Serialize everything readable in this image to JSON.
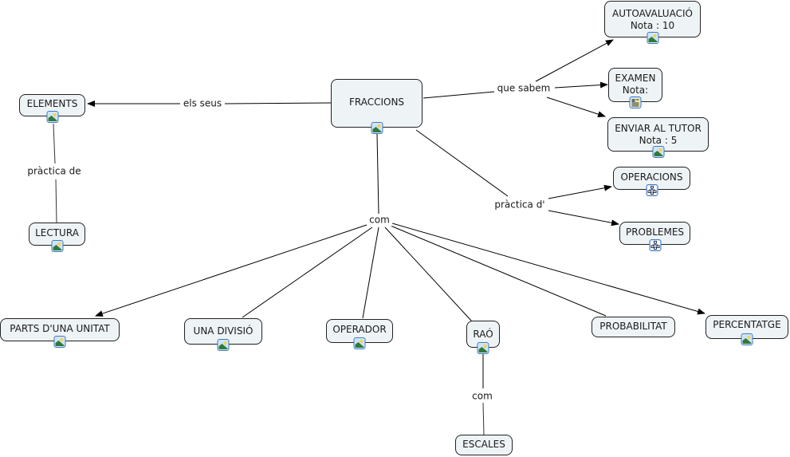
{
  "map": {
    "nodes": {
      "fraccions": {
        "label": "FRACCIONS",
        "resource": "image-icon"
      },
      "elements": {
        "label": "ELEMENTS",
        "resource": "image-icon"
      },
      "lectura": {
        "label": "LECTURA",
        "resource": "image-icon"
      },
      "autoavaluacio": {
        "label": "AUTOAVALUACIÓ",
        "sub": "Nota : 10",
        "resource": "image-icon"
      },
      "examen": {
        "label": "EXAMEN",
        "sub": "Nota:",
        "resource": "document-icon"
      },
      "enviar": {
        "label": "ENVIAR AL TUTOR",
        "sub": "Nota : 5",
        "resource": "image-icon"
      },
      "operacions": {
        "label": "OPERACIONS",
        "resource": "submap-icon"
      },
      "problemes": {
        "label": "PROBLEMES",
        "resource": "submap-icon"
      },
      "parts": {
        "label": "PARTS D'UNA UNITAT",
        "resource": "image-icon"
      },
      "divisio": {
        "label": "UNA DIVISIÓ",
        "resource": "image-icon"
      },
      "operador": {
        "label": "OPERADOR",
        "resource": "image-icon"
      },
      "rao": {
        "label": "RAÓ",
        "resource": "image-icon"
      },
      "probabilitat": {
        "label": "PROBABILITAT"
      },
      "percentatge": {
        "label": "PERCENTATGE",
        "resource": "image-icon"
      },
      "escales": {
        "label": "ESCALES"
      }
    },
    "links": {
      "els_seus": "els seus",
      "practica_de": "pràctica de",
      "que_sabem": "que sabem",
      "practica_d": "pràctica d'",
      "com_main": "com",
      "com_rao": "com"
    }
  }
}
